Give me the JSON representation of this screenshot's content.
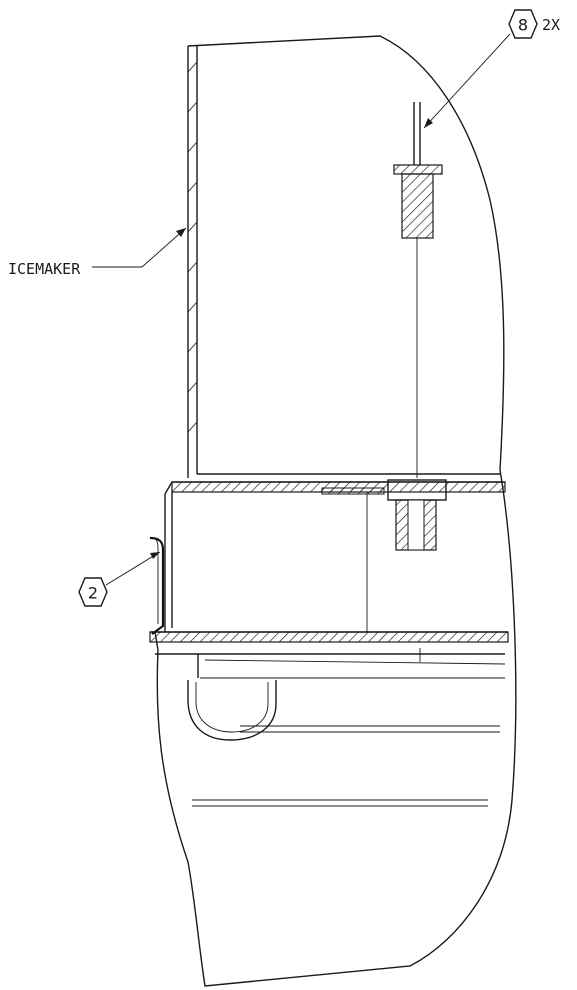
{
  "callouts": {
    "icemaker_label": "ICEMAKER",
    "balloon_8": "8",
    "balloon_8_qty": "2X",
    "balloon_2": "2"
  },
  "colors": {
    "ink": "#1a1a1a",
    "paper": "#ffffff"
  }
}
